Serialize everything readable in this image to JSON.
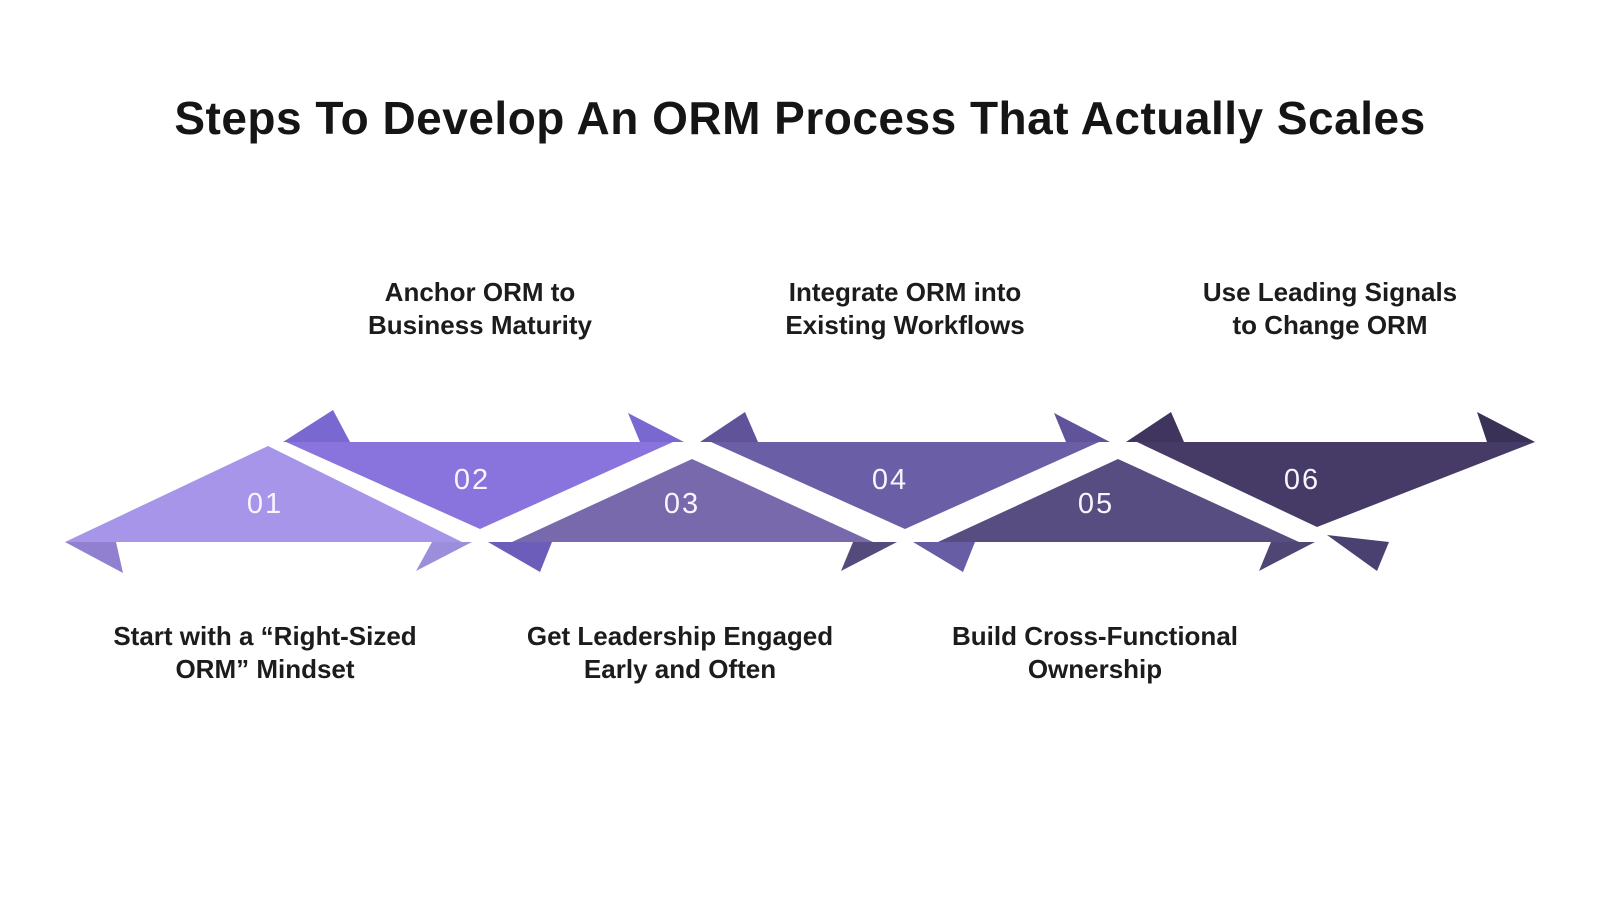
{
  "title": "Steps To Develop An ORM Process That Actually Scales",
  "steps": [
    {
      "number": "01",
      "color": "#a695e8",
      "label_position": "below",
      "label_line1": "Start with a “Right-Sized",
      "label_line2": "ORM” Mindset"
    },
    {
      "number": "02",
      "color": "#8874dc",
      "label_position": "above",
      "label_line1": "Anchor ORM to",
      "label_line2": "Business Maturity"
    },
    {
      "number": "03",
      "color": "#7869ac",
      "label_position": "below",
      "label_line1": "Get Leadership Engaged",
      "label_line2": "Early and Often"
    },
    {
      "number": "04",
      "color": "#6a5ea6",
      "label_position": "above",
      "label_line1": "Integrate ORM into",
      "label_line2": "Existing Workflows"
    },
    {
      "number": "05",
      "color": "#574d80",
      "label_position": "below",
      "label_line1": "Build Cross-Functional",
      "label_line2": "Ownership"
    },
    {
      "number": "06",
      "color": "#453b66",
      "label_position": "above",
      "label_line1": "Use Leading Signals",
      "label_line2": "to Change ORM"
    }
  ],
  "ribbon_fold_colors": {
    "b0": "#9080cf",
    "t1": "#7968d0",
    "b1_left": "#9d8edb",
    "b1_right": "#6c5dbb",
    "t2_left": "#7968d0",
    "t2_right": "#60539a",
    "b2_left": "#544a7c",
    "b2_right": "#675da5",
    "t3_left": "#60539a",
    "t3_right": "#3f355f",
    "b3_left": "#504675",
    "b3_right": "#4b4170",
    "t4": "#3a3156"
  },
  "background_color": "#ffffff",
  "text_color": "#1c1c1c"
}
